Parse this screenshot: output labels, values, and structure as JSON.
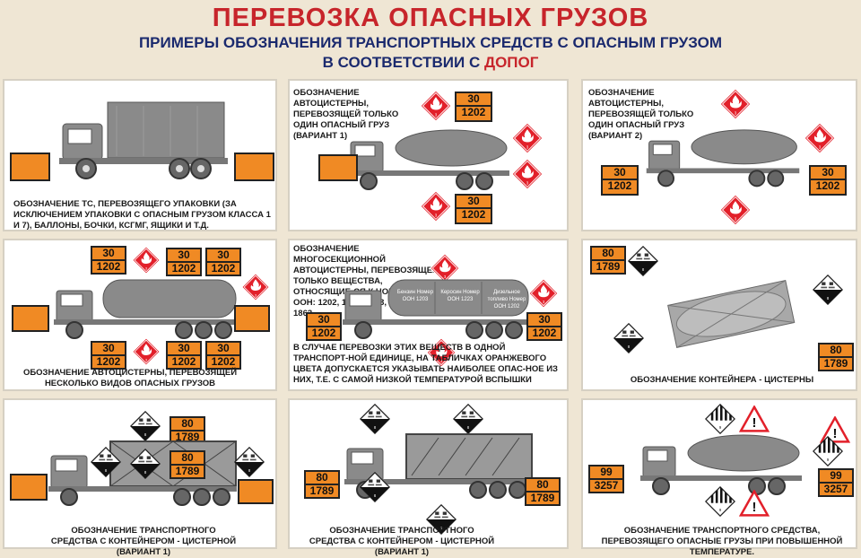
{
  "header": {
    "title": "ПЕРЕВОЗКА ОПАСНЫХ ГРУЗОВ",
    "subtitle": "ПРИМЕРЫ ОБОЗНАЧЕНИЯ ТРАНСПОРТНЫХ СРЕДСТВ С ОПАСНЫМ ГРУЗОМ",
    "subtitle2_prefix": "В СООТВЕТСТВИИ С ",
    "subtitle2_accent": "ДОПОГ"
  },
  "colors": {
    "title_red": "#c7252b",
    "subtitle_blue": "#1b2a6e",
    "plate_orange": "#f08a24",
    "vehicle_gray": "#8a8a8a",
    "diamond_red": "#e2202a"
  },
  "icons": [
    "flame-diamond-icon",
    "corrosive-diamond-icon",
    "hot-material-triangle-icon",
    "stripes-diamond-icon"
  ],
  "panels": {
    "p1": {
      "caption": "ОБОЗНАЧЕНИЕ ТС, ПЕРЕВОЗЯЩЕГО УПАКОВКИ (ЗА ИСКЛЮЧЕНИЕМ УПАКОВКИ С ОПАСНЫМ ГРУЗОМ КЛАССА 1 И 7), БАЛЛОНЫ, БОЧКИ, КСГМГ, ЯЩИКИ И Т.Д."
    },
    "p2": {
      "caption": "ОБОЗНАЧЕНИЕ АВТОЦИСТЕРНЫ, ПЕРЕВОЗЯЩЕЙ ТОЛЬКО ОДИН ОПАСНЫЙ ГРУЗ (ВАРИАНТ 1)",
      "plate_top": "30",
      "plate_bottom": "1202"
    },
    "p3": {
      "caption": "ОБОЗНАЧЕНИЕ АВТОЦИСТЕРНЫ, ПЕРЕВОЗЯЩЕЙ ТОЛЬКО ОДИН ОПАСНЫЙ ГРУЗ (ВАРИАНТ 2)",
      "plate_top": "30",
      "plate_bottom": "1202"
    },
    "p4": {
      "caption": "ОБОЗНАЧЕНИЕ АВТОЦИСТЕРНЫ, ПЕРЕВОЗЯЩЕЙ НЕСКОЛЬКО ВИДОВ ОПАСНЫХ ГРУЗОВ",
      "plate_top": "30",
      "plate_bottom": "1202"
    },
    "p5": {
      "caption_top": "ОБОЗНАЧЕНИЕ МНОГОСЕКЦИОННОЙ АВТОЦИСТЕРНЫ, ПЕРЕВОЗЯЩЕЙ ТОЛЬКО ВЕЩЕСТВА, ОТНОСЯЩИЕ-СЯ К НОМЕРАМ ООН: 1202, 1203, 1223, 1268 ИЛИ 1863.",
      "caption_bottom": "В СЛУЧАЕ ПЕРЕВОЗКИ ЭТИХ ВЕЩЕСТВ В ОДНОЙ ТРАНСПОРТ-НОЙ ЕДИНИЦЕ, НА ТАБЛИЧКАХ ОРАНЖЕВОГО ЦВЕТА ДОПУСКАЕТСЯ УКАЗЫВАТЬ НАИБОЛЕЕ ОПАС-НОЕ ИЗ НИХ, Т.Е. С САМОЙ НИЗКОЙ ТЕМПЕРАТУРОЙ ВСПЫШКИ",
      "plate_top": "30",
      "plate_bottom": "1202",
      "sections": [
        "Бензин Номер ООН 1203",
        "Керосин Номер ООН 1223",
        "Дизельное топливо Номер ООН 1202"
      ]
    },
    "p6": {
      "caption": "ОБОЗНАЧЕНИЕ КОНТЕЙНЕРА - ЦИСТЕРНЫ",
      "plate_top": "80",
      "plate_bottom": "1789"
    },
    "p7": {
      "caption": "ОБОЗНАЧЕНИЕ ТРАНСПОРТНОГО СРЕДСТВА С КОНТЕЙНЕРОМ - ЦИСТЕРНОЙ (ВАРИАНТ 1)",
      "plate_top": "80",
      "plate_bottom": "1789"
    },
    "p8": {
      "caption": "ОБОЗНАЧЕНИЕ ТРАНСПОРТНОГО СРЕДСТВА С КОНТЕЙНЕРОМ - ЦИСТЕРНОЙ (ВАРИАНТ 1)",
      "plate_top": "80",
      "plate_bottom": "1789"
    },
    "p9": {
      "caption": "ОБОЗНАЧЕНИЕ ТРАНСПОРТНОГО СРЕДСТВА, ПЕРЕВОЗЯЩЕГО ОПАСНЫЕ ГРУЗЫ ПРИ ПОВЫШЕННОЙ ТЕМПЕРАТУРЕ.",
      "plate_top": "99",
      "plate_bottom": "3257"
    }
  }
}
